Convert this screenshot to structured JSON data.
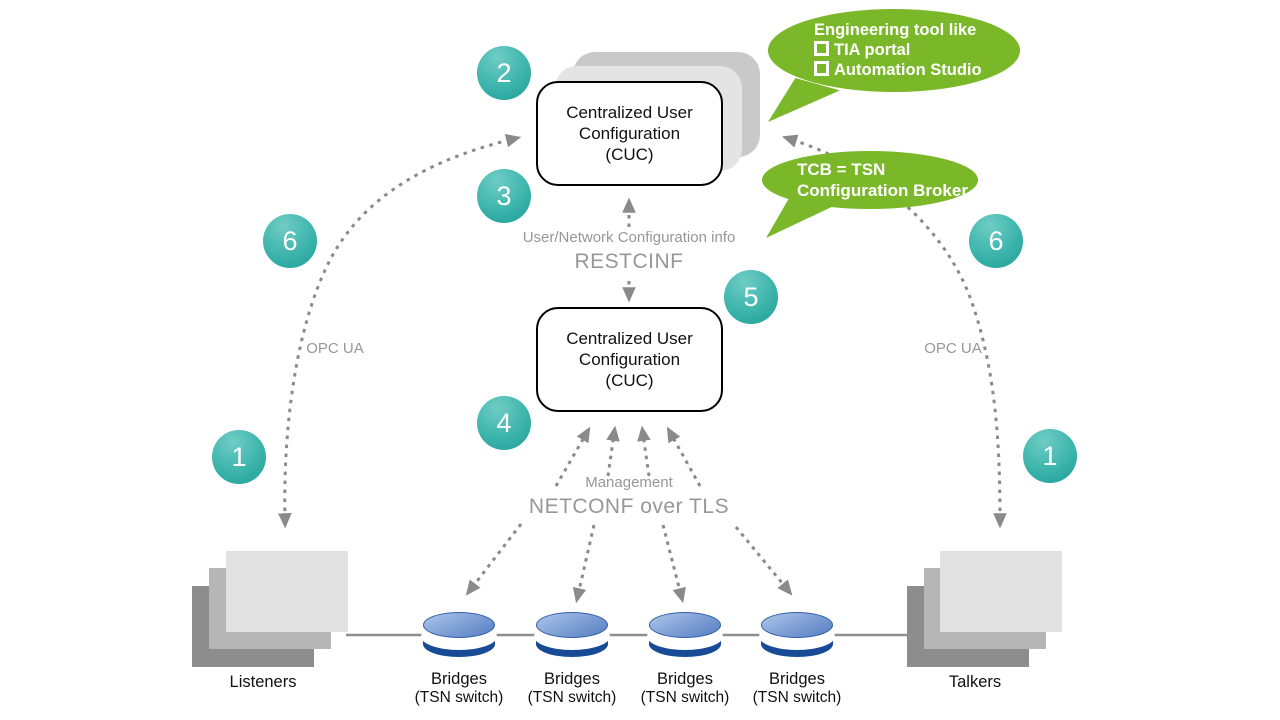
{
  "colors": {
    "accent_green": "#7ab829",
    "accent_teal": "#2fb0a8",
    "bridge_blue": "#174b96",
    "grey_label": "#979797",
    "connector_grey": "#8a8a8a"
  },
  "bubbles": {
    "engineering": {
      "title": "Engineering tool like",
      "item1": "TIA portal",
      "item2": "Automation Studio"
    },
    "tcb": {
      "text": "TCB = TSN\nConfiguration Broker"
    }
  },
  "boxes": {
    "cuc_top": "Centralized User\nConfiguration\n(CUC)",
    "cuc_middle": "Centralized User\nConfiguration\n(CUC)"
  },
  "labels": {
    "user_network_info": "User/Network Configuration info",
    "restconf": "RESTCINF",
    "management": "Management",
    "netconf": "NETCONF over TLS",
    "opc_ua_left": "OPC UA",
    "opc_ua_right": "OPC UA"
  },
  "steps": {
    "s2": "2",
    "s3": "3",
    "s6_left": "6",
    "s1_left": "1",
    "s5": "5",
    "s4": "4",
    "s6_right": "6",
    "s1_right": "1"
  },
  "endpoints": {
    "listeners": "Listeners",
    "talkers": "Talkers"
  },
  "bridges": [
    {
      "name": "Bridges",
      "type": "(TSN switch)"
    },
    {
      "name": "Bridges",
      "type": "(TSN switch)"
    },
    {
      "name": "Bridges",
      "type": "(TSN switch)"
    },
    {
      "name": "Bridges",
      "type": "(TSN switch)"
    }
  ]
}
